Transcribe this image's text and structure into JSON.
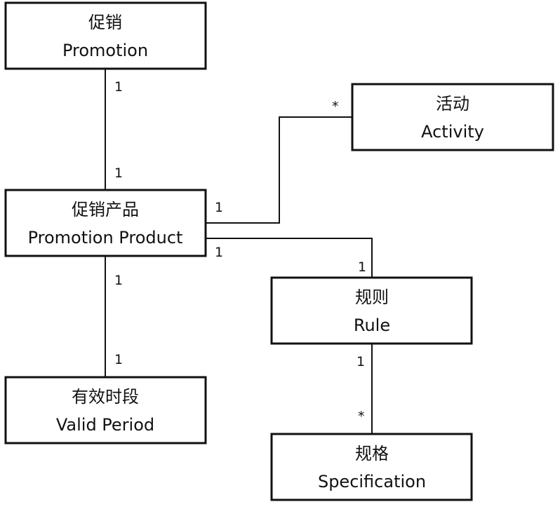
{
  "entities": {
    "promotion": {
      "zh": "促销",
      "en": "Promotion"
    },
    "activity": {
      "zh": "活动",
      "en": "Activity"
    },
    "promotion_product": {
      "zh": "促销产品",
      "en": "Promotion Product"
    },
    "rule": {
      "zh": "规则",
      "en": "Rule"
    },
    "valid_period": {
      "zh": "有效时段",
      "en": "Valid Period"
    },
    "specification": {
      "zh": "规格",
      "en": "Specification"
    }
  },
  "relations": {
    "promotion_to_product": {
      "source_mult": "1",
      "target_mult": "1"
    },
    "product_to_activity": {
      "source_mult": "1",
      "target_mult": "*"
    },
    "product_to_rule": {
      "source_mult": "1",
      "target_mult": "1"
    },
    "product_to_period": {
      "source_mult": "1",
      "target_mult": "1"
    },
    "rule_to_specification": {
      "source_mult": "1",
      "target_mult": "*"
    }
  }
}
